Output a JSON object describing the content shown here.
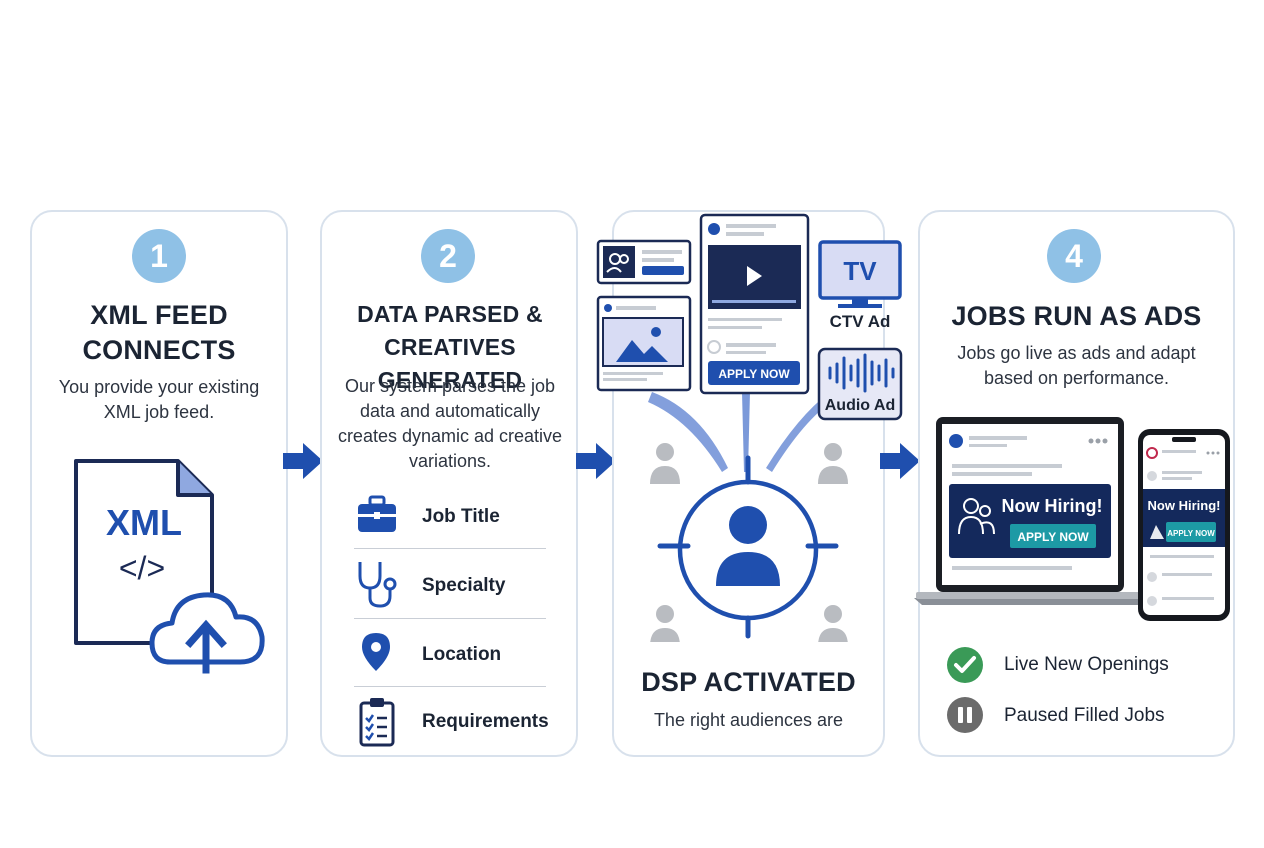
{
  "steps": [
    {
      "number": "1",
      "title_line1": "XML FEED",
      "title_line2": "CONNECTS",
      "desc_line1": "You provide your existing",
      "desc_line2": "XML job feed."
    },
    {
      "number": "2",
      "title_line1": "DATA PARSED &",
      "title_line2": "CREATIVES GENERATED",
      "desc_line1": "Our system parses the job",
      "desc_line2": "data and automatically",
      "desc_line3": "creates dynamic ad creative",
      "desc_line4": "variations."
    },
    {
      "title": "DSP ACTIVATED",
      "desc_line1": "The right audiences are"
    },
    {
      "number": "4",
      "title": "JOBS RUN AS ADS",
      "desc_line1": "Jobs go live as ads and adapt",
      "desc_line2": "based on performance."
    }
  ],
  "xml_icon": {
    "label": "XML",
    "code": "</>"
  },
  "fields": [
    {
      "label": "Job Title",
      "icon": "briefcase-icon"
    },
    {
      "label": "Specialty",
      "icon": "stethoscope-icon"
    },
    {
      "label": "Location",
      "icon": "map-pin-icon"
    },
    {
      "label": "Requirements",
      "icon": "clipboard-icon"
    }
  ],
  "channels": {
    "apply_button": "APPLY NOW",
    "tv_label": "TV",
    "ctv_label": "CTV Ad",
    "audio_label": "Audio Ad"
  },
  "devices": {
    "laptop_headline": "Now Hiring!",
    "laptop_button": "APPLY NOW",
    "phone_headline": "Now Hiring!",
    "phone_button": "APPLY NOW"
  },
  "statuses": [
    {
      "label": "Live New Openings",
      "icon": "check-circle-icon",
      "color": "#3a9a57"
    },
    {
      "label": "Paused Filled Jobs",
      "icon": "pause-circle-icon",
      "color": "#6b6b6b"
    }
  ],
  "colors": {
    "accent": "#1f4fae",
    "badge": "#8fc1e6",
    "navy": "#1b2a55"
  }
}
